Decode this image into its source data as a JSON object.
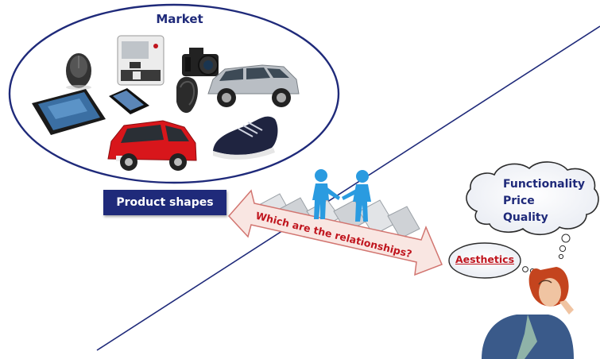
{
  "market_label": "Market",
  "product_shapes_label": "Product shapes",
  "arrow_question": "Which are the relationships?",
  "consumer_thoughts": [
    "Functionality",
    "Price",
    "Quality"
  ],
  "aesthetics_label": "Aesthetics",
  "colors": {
    "navy": "#1f2a7a",
    "arrow_red_text": "#c0151e",
    "arrow_fill": "#f9e6e2",
    "arrow_stroke": "#d27570",
    "figure_blue": "#2a9be0"
  },
  "market_products": [
    "computer-mouse-icon",
    "coffee-machine-icon",
    "dslr-camera-icon",
    "suv-car-icon",
    "tablet-icon",
    "smartphone-icon",
    "ergonomic-mouse-icon",
    "red-city-car-icon",
    "sneaker-icon"
  ]
}
